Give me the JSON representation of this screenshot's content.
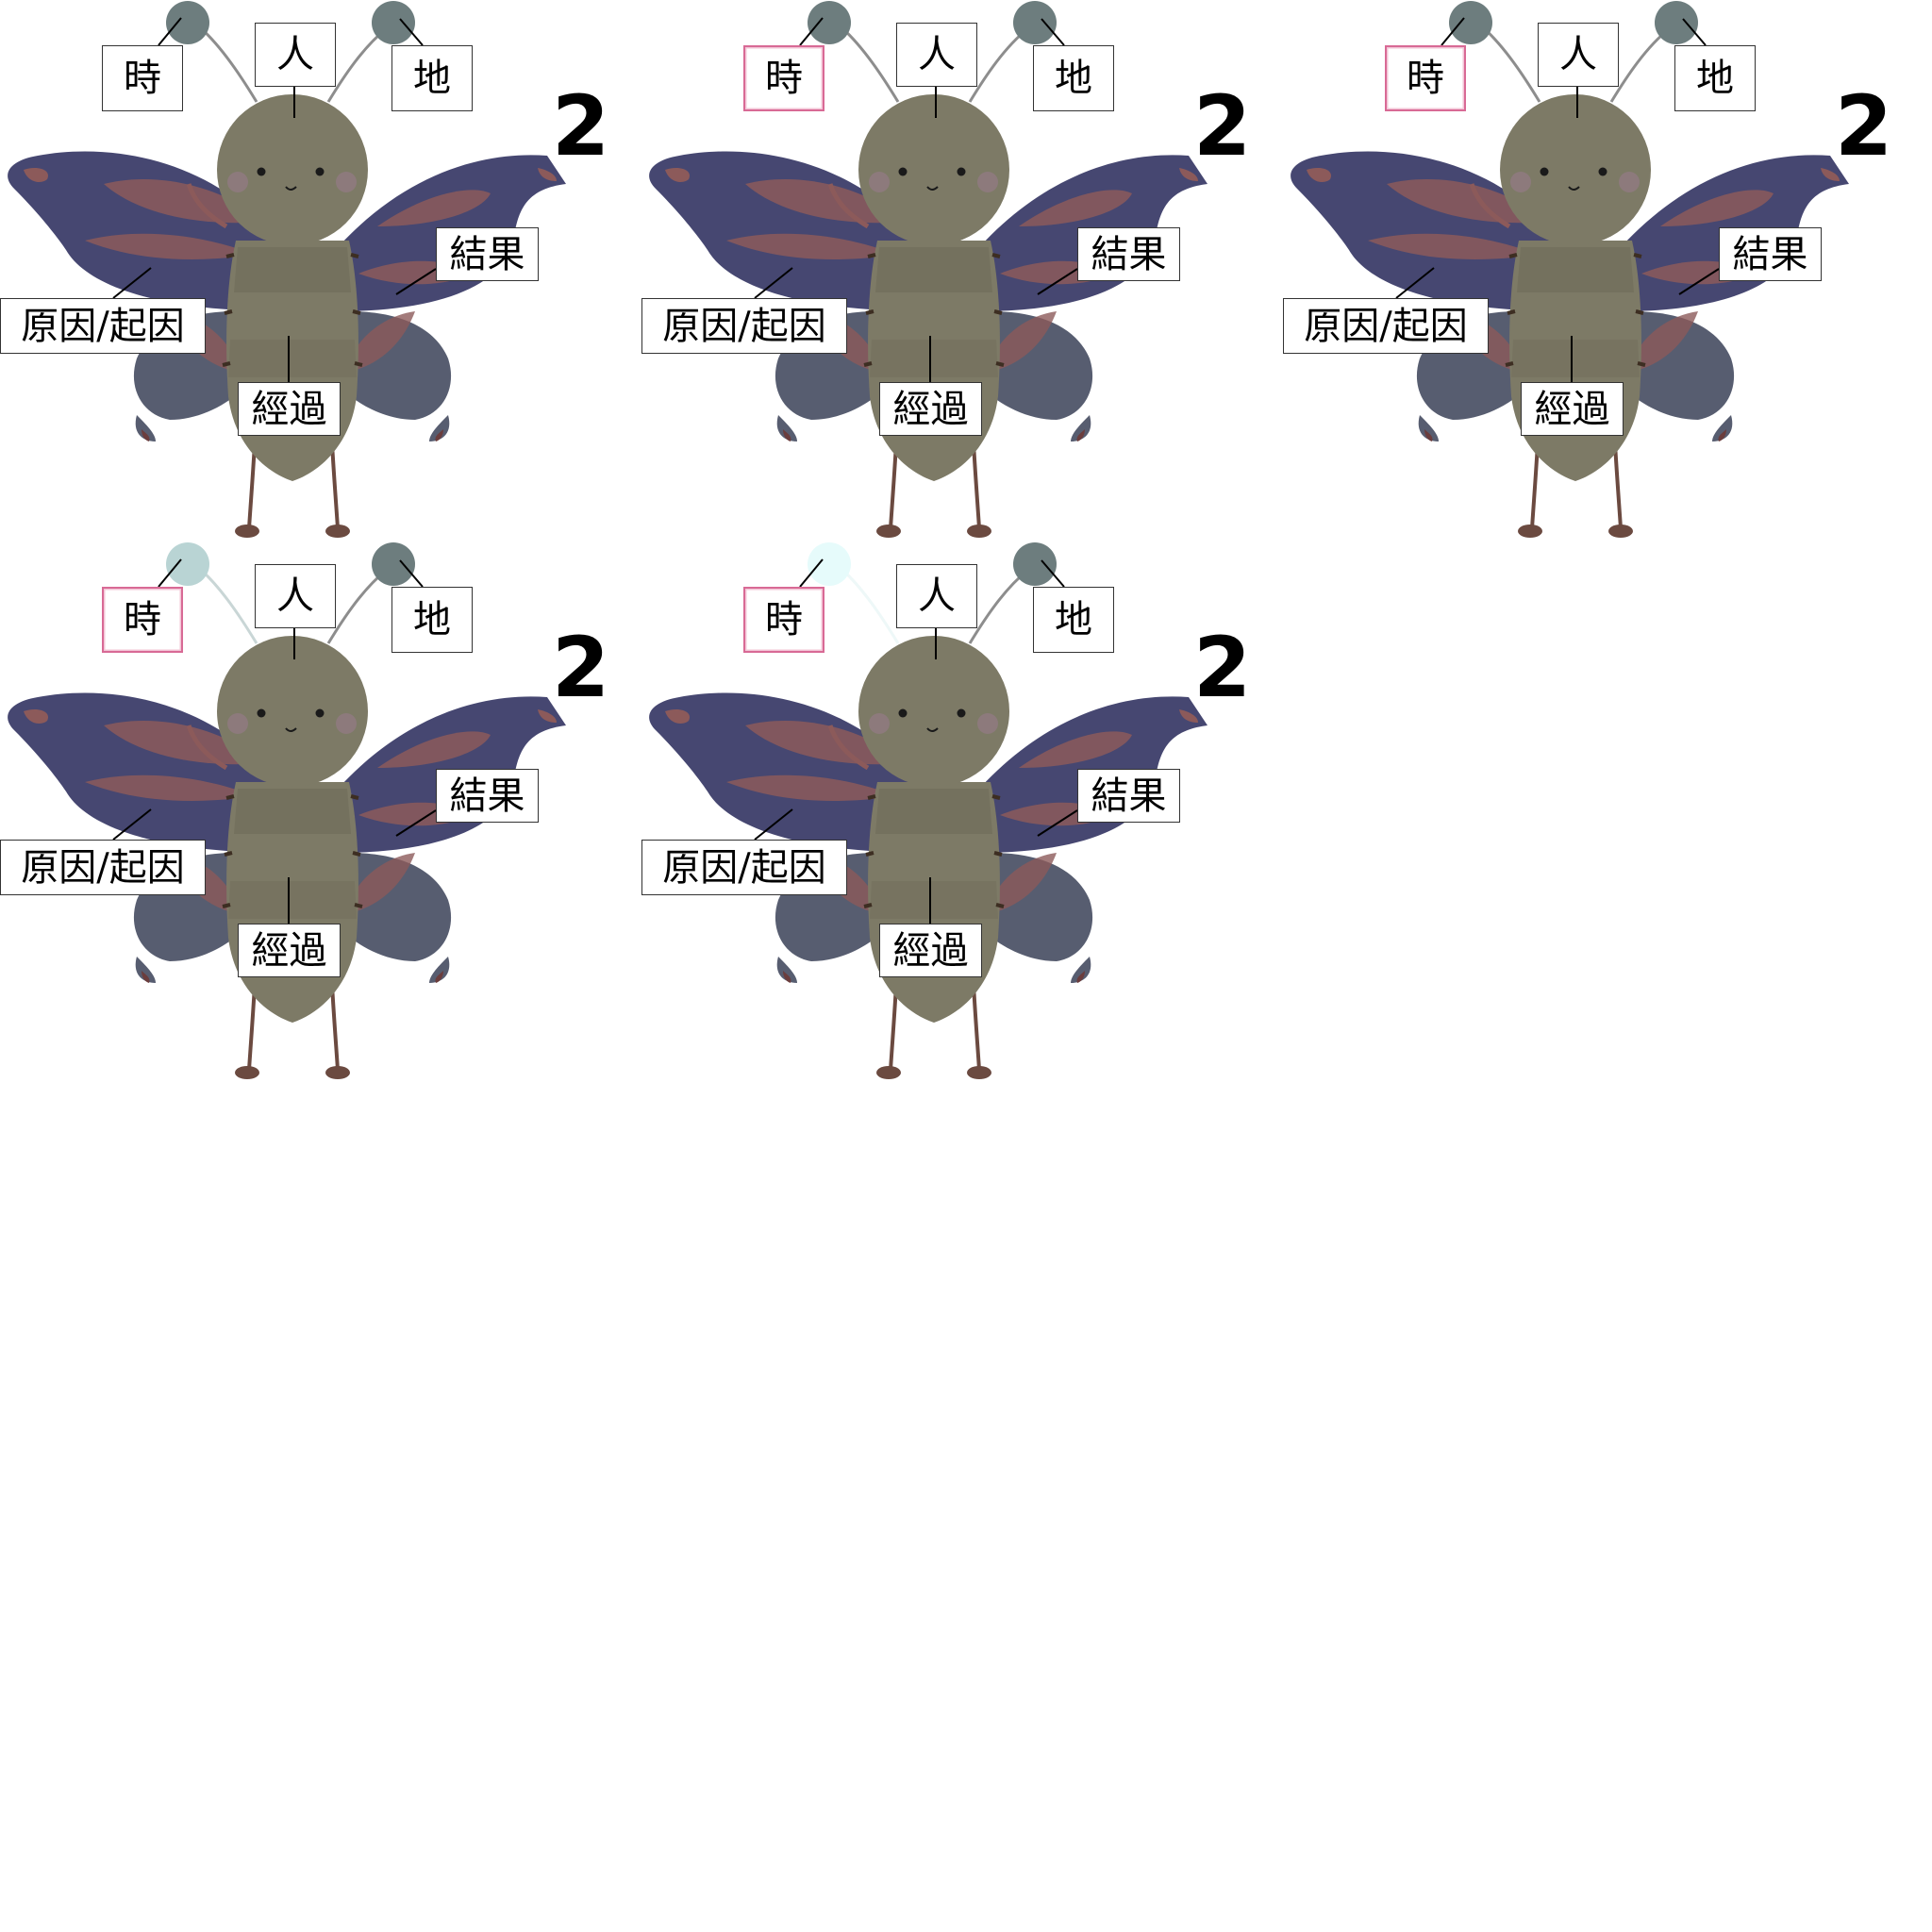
{
  "labels": {
    "time": "時",
    "person": "人",
    "place": "地",
    "result": "結果",
    "cause": "原因/起因",
    "process": "經過"
  },
  "step_number": "2",
  "frames": [
    {
      "highlight_time": false,
      "left_bulb_color": "#6d7d7e"
    },
    {
      "highlight_time": true,
      "left_bulb_color": "#6d7d7e"
    },
    {
      "highlight_time": true,
      "left_bulb_color": "#6d7d7e"
    },
    {
      "highlight_time": true,
      "left_bulb_color": "#b9d4d4"
    },
    {
      "highlight_time": true,
      "left_bulb_color": "#e6fbfb"
    }
  ],
  "colors": {
    "body": "#7d7a66",
    "wing_upper": "#464771",
    "wing_lower": "#575d70",
    "wing_pattern": "#8c5a5a",
    "bulb": "#6d7d7e",
    "highlight": "#d86a95",
    "legs": "#6b4a40"
  }
}
